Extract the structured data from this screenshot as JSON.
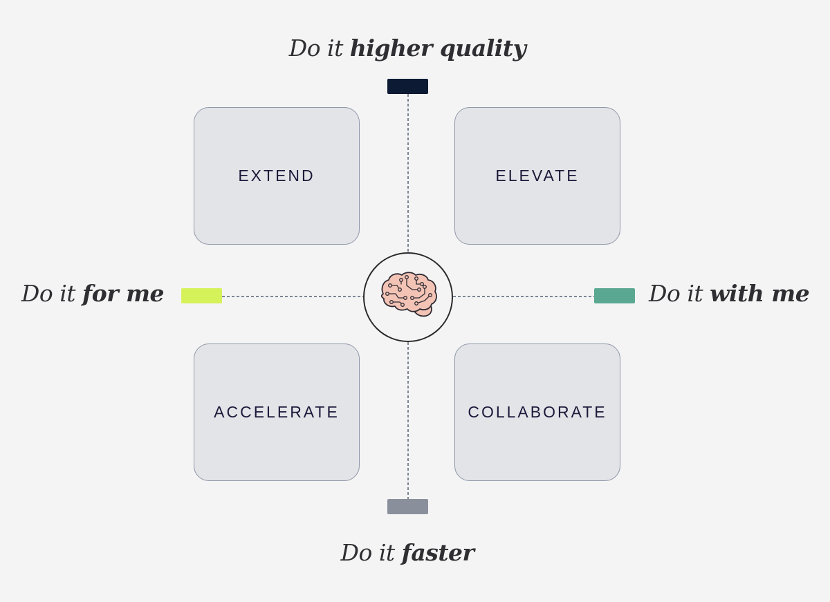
{
  "axes": {
    "top": {
      "lead": "Do it ",
      "emph": "higher quality",
      "marker_color": "#0d1a33"
    },
    "bottom": {
      "lead": "Do it ",
      "emph": "faster",
      "marker_color": "#8a909b"
    },
    "left": {
      "lead": "Do it ",
      "emph": "for me",
      "marker_color": "#d6f25a"
    },
    "right": {
      "lead": "Do it ",
      "emph": "with me",
      "marker_color": "#5aa891"
    }
  },
  "quadrants": {
    "top_left": "EXTEND",
    "top_right": "ELEVATE",
    "bottom_left": "ACCELERATE",
    "bottom_right": "COLLABORATE"
  },
  "center": {
    "icon": "brain-circuit-icon"
  },
  "colors": {
    "background": "#f4f4f4",
    "quadrant_fill": "#e3e4e8",
    "quadrant_border": "#8f97a8",
    "connector": "#7d8594",
    "brain_fill": "#f3c4b5",
    "brain_stroke": "#2f2a33"
  }
}
